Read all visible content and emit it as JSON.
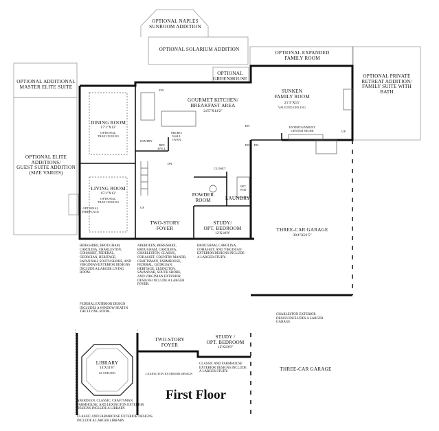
{
  "title": "First Floor",
  "upper_plan": {
    "optional_naples": "OPTIONAL NAPLES\nSUNROOM ADDITION",
    "optional_solarium": "OPTIONAL SOLARIUM ADDITION",
    "optional_greenhouse": "OPTIONAL\nGREENHOUSE",
    "optional_expanded": "OPTIONAL EXPANDED\nFAMILY ROOM",
    "optional_private": "OPTIONAL PRIVATE\nRETREAT ADDITION/\nFAMILY SUITE WITH\nBATH",
    "optional_master": "OPTIONAL ADDITIONAL\nMASTER ELITE SUITE",
    "optional_elite": "OPTIONAL ELITE\nADDITIONS/\nGUEST SUITE ADDITION\n(SIZE VARIES)",
    "gourmet_kitchen": "GOURMET KITCHEN/\nBREAKFAST AREA",
    "gourmet_kitchen_size": "24'5\"X14'2\"",
    "sunken_family": "SUNKEN\nFAMILY ROOM",
    "sunken_family_size": "21'3\"X15'",
    "vaulted": "VAULTED CEILING",
    "dining_room": "DINING ROOM",
    "dining_room_size": "17'1\"X12'",
    "dining_tray": "OPTIONAL\nTRAY CEILING",
    "living_room": "LIVING ROOM",
    "living_room_size": "15'1\"X12'",
    "living_tray": "OPTIONAL\nTRAY CEILING",
    "optional_fireplace": "OPTIONAL\nFIREPLACE",
    "two_story_foyer": "TWO-STORY\nFOYER",
    "study": "STUDY/\nOPT. BEDROOM",
    "study_size": "12'X10'8\"",
    "three_car_garage": "THREE-CAR GARAGE",
    "three_car_garage_size": "30'4\"X21'5\"",
    "powder_room": "POWDER\nROOM",
    "laundry": "LAUNDRY",
    "closet": "CLOSET",
    "pantry": "PANTRY",
    "ref_encl": "REF.\nENCL.",
    "micro_wall_oven": "MICRO/\nWALL\nOVEN",
    "entertainment": "ENTERTAINMENT\nCENTER NICHE",
    "opt_wd": "OPT.\nW/D",
    "dn1": "DN",
    "dn2": "DN",
    "dn3": "DN",
    "dn4": "DN",
    "dn5": "DN",
    "up1": "UP",
    "up2": "UP",
    "note_living": "BERKSHIRE, BROUGHAM,\nCAROLINA, CHARLESTON,\nCOHASSET, FEDERAL,\nGEORGIAN, HERITAGE,\nSAVANNAH, SOUTH SHORE, AND\nVIRGINIAN EXTERIOR DESIGNS\nINCLUDE A LARGER LIVING\nROOM.",
    "note_federal": "FEDERAL EXTERIOR DESIGN\nINCLUDES A WINDOW SEAT IN\nTHE LIVING ROOM.",
    "note_foyer": "ABERDEEN, BERKSHIRE,\nBROUGHAM, CAROLINA,\nCHARLESTON, CLASSIC,\nCOHASSET, COUNTRY MANOR,\nCRAFTSMAN, FARMHOUSE,\nFEDERAL, GEORGIAN,\nHERITAGE, LEXINGTON,\nSAVANNAH, SOUTH SHORE,\nAND VIRGINIAN EXTERIOR\nDESIGNS INCLUDE A LARGER\nFOYER.",
    "note_study": "BROUGHAM, CAROLINA,\nCOHASSET, AND VIRGINIAN\nEXTERIOR DESIGNS INCLUDE\nA LARGER STUDY.",
    "note_charleston": "CHARLESTON EXTERIOR\nDESIGN INCLUDES A LARGER\nGARAGE."
  },
  "lower_plan": {
    "library": "LIBRARY",
    "library_size": "14'X11'8\"",
    "library_ceiling": "12' CEILING",
    "two_story_foyer": "TWO-STORY\nFOYER",
    "study": "STUDY /\nOPT. BEDROOM",
    "study_size": "12'X10'8\"",
    "three_car_garage": "THREE-CAR GARAGE",
    "lexington": "LEXINGTON EXTERIOR DESIGN",
    "note_classic_farmhouse": "CLASSIC AND FARMHOUSE\nEXTERIOR DESIGNS INCLUDE\nA LARGER STUDY.",
    "note_library": "ABERDEEN, CLASSIC, CRAFTSMAN,\nFARMHOUSE, AND LEXINGTON EXTERIOR\nDESIGNS INCLUDE A LIBRARY.",
    "note_library2": "CLASSIC AND FARMHOUSE EXTERIOR DESIGNS\nINCLUDE A LARGER LIBRARY."
  }
}
